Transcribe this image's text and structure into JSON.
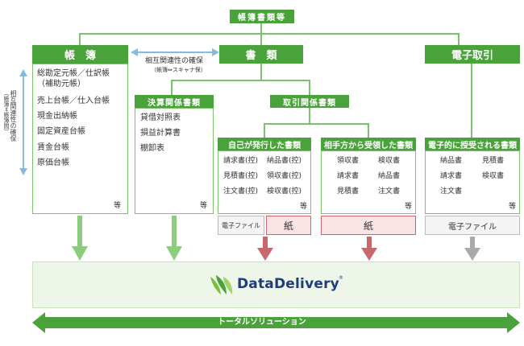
{
  "top_title": "帳簿書類等",
  "ledger": {
    "header": "帳　簿",
    "items": [
      "総勘定元帳／仕訳帳",
      "（補助元帳）",
      "売上台帳／仕入台帳",
      "現金出納帳",
      "固定資産台帳",
      "賃金台帳",
      "原価台帳"
    ],
    "etc": "等"
  },
  "books": {
    "header": "書　類"
  },
  "electronic_deal": {
    "header": "電子取引"
  },
  "mutual_note": {
    "title": "相互関連性の確保",
    "sub": "（帳簿⇔スキャナ保）"
  },
  "side_note": {
    "title": "相互関連性の確保",
    "sub": "（帳簿⇔帳簿間）"
  },
  "settlement": {
    "header": "決算関係書類",
    "items": [
      "貸借対照表",
      "損益計算書",
      "棚卸表"
    ],
    "etc": "等"
  },
  "transaction": {
    "header": "取引関係書類"
  },
  "self_issued": {
    "header": "自己が発行した書類",
    "col1": [
      "請求書(控)",
      "見積書(控)",
      "注文書(控)"
    ],
    "col2": [
      "納品書(控)",
      "領収書(控)",
      "検収書(控)"
    ],
    "etc": "等",
    "tag_efile": "電子ファイル",
    "tag_paper": "紙"
  },
  "received": {
    "header": "相手方から受領した書類",
    "col1": [
      "領収書",
      "請求書",
      "見積書"
    ],
    "col2": [
      "検収書",
      "納品書",
      "注文書"
    ],
    "etc": "等",
    "tag_paper": "紙"
  },
  "electronic": {
    "header": "電子的に授受される書類",
    "col1": [
      "納品書",
      "請求書",
      "注文書"
    ],
    "col2": [
      "見積書",
      "検収書"
    ],
    "etc": "等",
    "tag_efile": "電子ファイル"
  },
  "brand": {
    "name": "DataDelivery"
  },
  "solution": "トータルソリューション",
  "colors": {
    "green": "#4aa23a",
    "light_green_bg": "#eef6e9",
    "green_border": "#7cc16c",
    "red_arrow": "#c9686b",
    "gray_arrow": "#aaaaaa",
    "blue_arrow": "#88b9de",
    "navy_text": "#1f3d7a"
  }
}
